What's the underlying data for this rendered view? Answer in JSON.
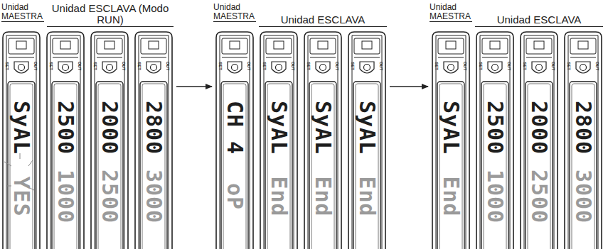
{
  "diagram": {
    "nodes": [
      {
        "text": [
          "SET",
          "OUT",
          "SyAL",
          "YES"
        ]
      },
      {
        "text": [
          "SET",
          "OUT",
          "2500",
          "1000"
        ]
      },
      {
        "text": [
          "SET",
          "OUT",
          "2000",
          "2500"
        ]
      },
      {
        "text": [
          "SET",
          "OUT",
          "2800",
          "3000"
        ]
      },
      {
        "text": [
          "SET",
          "OUT",
          "CH 4",
          "oP"
        ]
      },
      {
        "text": [
          "SET",
          "OUT",
          "SyAL",
          "End"
        ]
      },
      {
        "text": [
          "SET",
          "OUT",
          "SyAL",
          "End"
        ]
      },
      {
        "text": [
          "SET",
          "OUT",
          "SyAL",
          "End"
        ]
      },
      {
        "text": [
          "SET",
          "OUT",
          "SyAL",
          "End"
        ]
      },
      {
        "text": [
          "SET",
          "OUT",
          "2500",
          "1000"
        ]
      },
      {
        "text": [
          "SET",
          "OUT",
          "2000",
          "2500"
        ]
      },
      {
        "text": [
          "SET",
          "OUT",
          "2800",
          "3000"
        ]
      }
    ],
    "edges": [
      {
        "from": 3,
        "to": 4,
        "arrow": "to"
      },
      {
        "from": 7,
        "to": 8,
        "arrow": "to"
      }
    ],
    "labels": [
      "Unidad MAESTRA",
      "Unidad ESCLAVA (Modo RUN)",
      "Unidad MAESTRA",
      "Unidad ESCLAVA",
      "Unidad MAESTRA",
      "Unidad ESCLAVA"
    ]
  }
}
